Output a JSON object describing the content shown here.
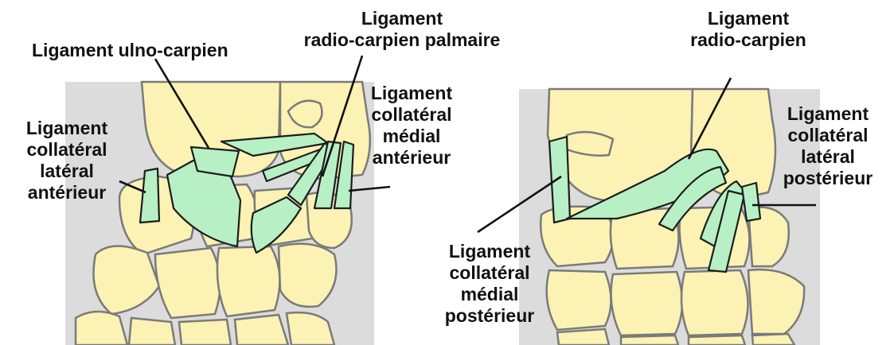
{
  "left_panel": {
    "ulno_carpien": [
      "Ligament ulno-carpien"
    ],
    "radio_carpien_palmaire": [
      "Ligament",
      "radio-carpien palmaire"
    ],
    "collateral_lateral_anterieur": [
      "Ligament",
      "collatéral",
      "latéral",
      "antérieur"
    ],
    "collateral_medial_anterieur": [
      "Ligament",
      "collatéral",
      "médial",
      "antérieur"
    ]
  },
  "right_panel": {
    "radio_carpien": [
      "Ligament",
      "radio-carpien"
    ],
    "collateral_lateral_posterieur": [
      "Ligament",
      "collatéral",
      "latéral",
      "postérieur"
    ],
    "collateral_medial_posterieur": [
      "Ligament",
      "collatéral",
      "médial",
      "postérieur"
    ]
  },
  "colors": {
    "bone_fill": "#fbf2b3",
    "bone_outline": "#7a7a7a",
    "ligament_fill": "#b7f0c4",
    "background_shade": "#dcdcdc"
  }
}
